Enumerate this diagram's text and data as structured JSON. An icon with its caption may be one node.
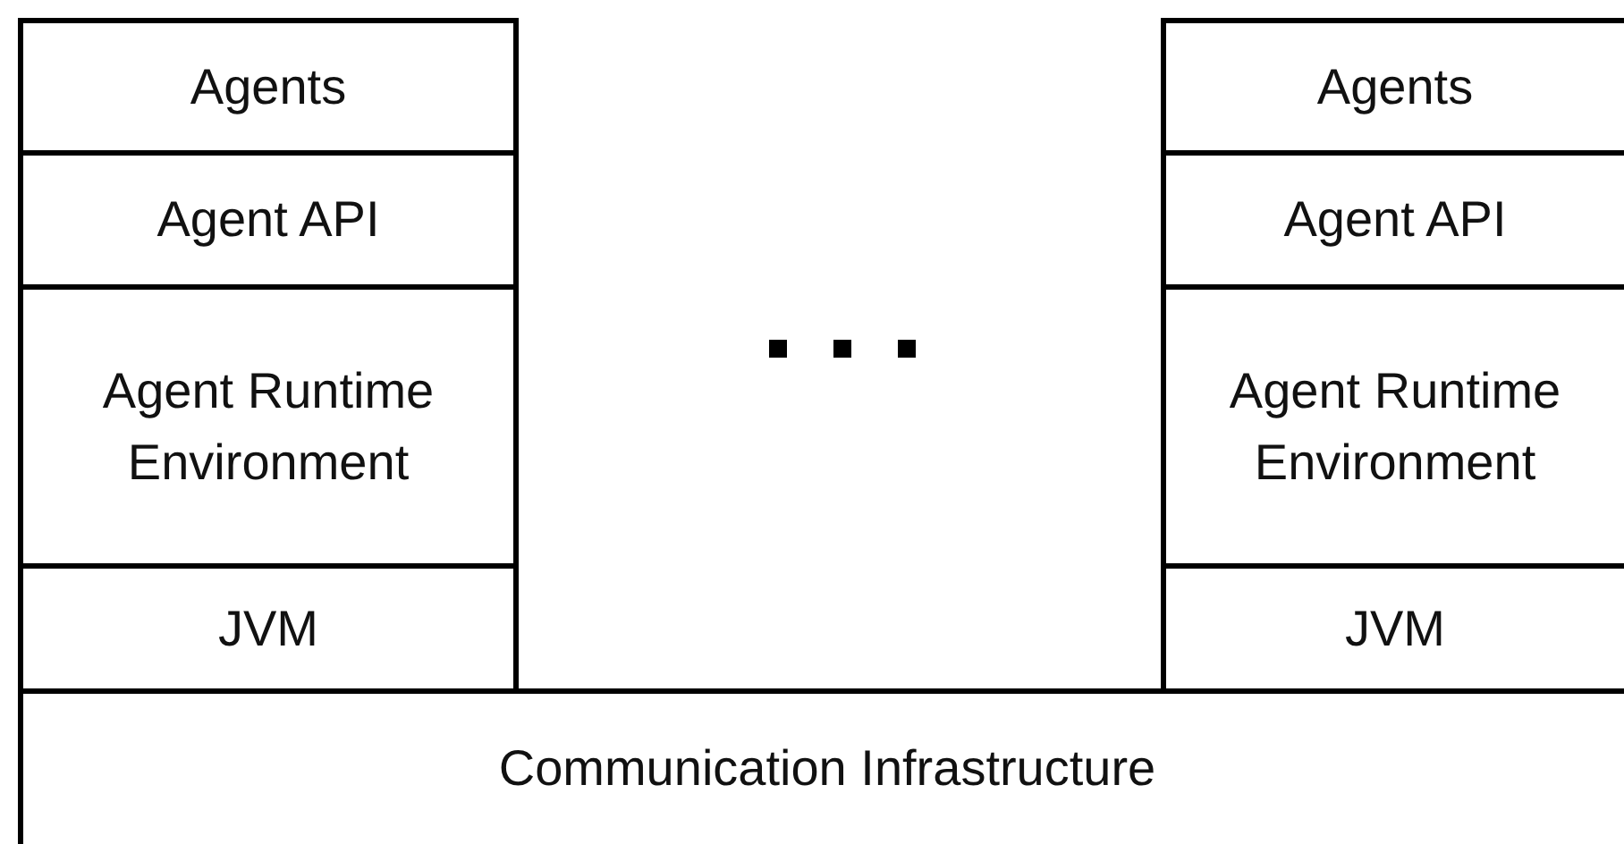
{
  "diagram": {
    "nodes": [
      {
        "text": [
          "Agents"
        ]
      },
      {
        "text": [
          "Agent API"
        ]
      },
      {
        "text": [
          "Agent Runtime Environment"
        ]
      },
      {
        "text": [
          "JVM"
        ]
      },
      {
        "text": [
          "Agents"
        ]
      },
      {
        "text": [
          "Agent API"
        ]
      },
      {
        "text": [
          "Agent Runtime Environment"
        ]
      },
      {
        "text": [
          "JVM"
        ]
      },
      {
        "text": [
          "Communication Infrastructure"
        ]
      }
    ]
  }
}
